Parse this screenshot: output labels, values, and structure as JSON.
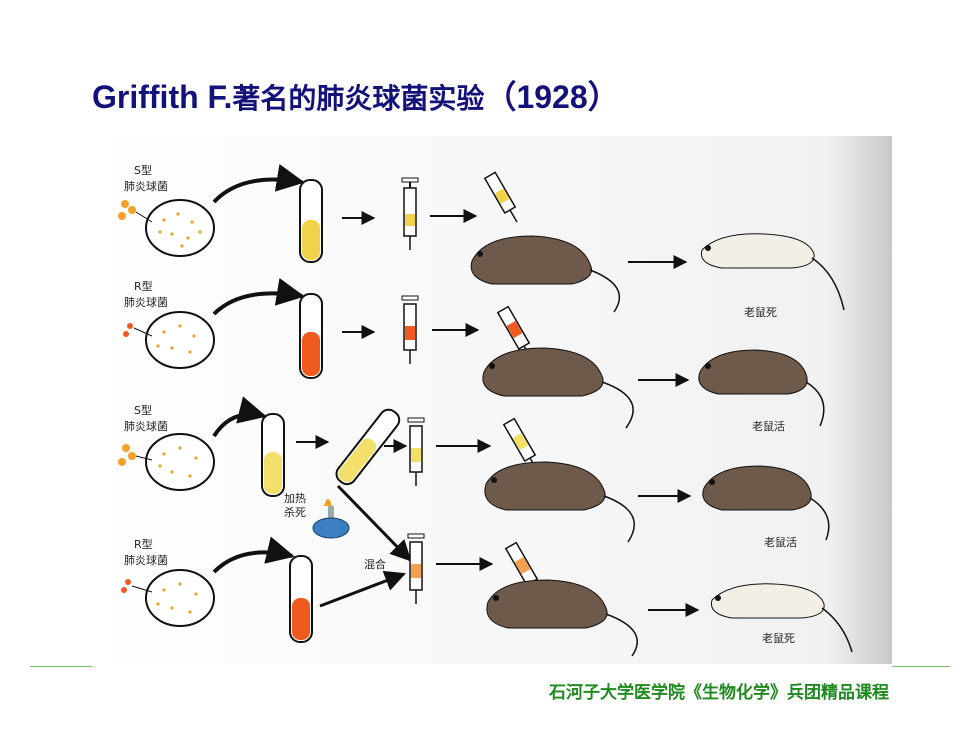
{
  "slide": {
    "title_latin": "Griffith F.",
    "title_cn": "著名的肺炎球菌实验",
    "title_year": "（1928）",
    "footer": "石河子大学医学院《生物化学》兵团精品课程"
  },
  "figure": {
    "rows": [
      {
        "strain_type": "S型",
        "strain_name": "肺炎球菌",
        "outcome": "老鼠死"
      },
      {
        "strain_type": "R型",
        "strain_name": "肺炎球菌",
        "outcome": "老鼠活"
      },
      {
        "strain_type": "S型",
        "strain_name": "肺炎球菌",
        "outcome": "老鼠活"
      },
      {
        "strain_type": "R型",
        "strain_name": "肺炎球菌",
        "outcome": "老鼠死"
      }
    ],
    "heat_kill_label_1": "加热",
    "heat_kill_label_2": "杀死",
    "mix_label": "混合"
  },
  "colors": {
    "title": "#12127a",
    "footer": "#1f8a1f",
    "s_strain_liquid": "#f2d24a",
    "r_strain_liquid": "#f05a1e",
    "colony_dot": "#f0a020"
  }
}
